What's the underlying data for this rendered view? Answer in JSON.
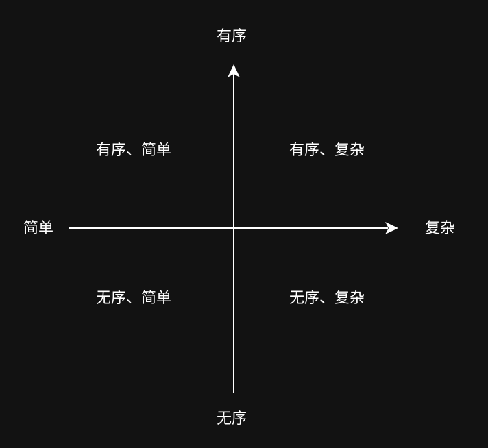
{
  "axes": {
    "y_top": "有序",
    "y_bottom": "无序",
    "x_left": "简单",
    "x_right": "复杂"
  },
  "quadrants": {
    "top_left": "有序、简单",
    "top_right": "有序、复杂",
    "bottom_left": "无序、简单",
    "bottom_right": "无序、复杂"
  },
  "colors": {
    "background": "#121212",
    "foreground": "#ffffff"
  }
}
